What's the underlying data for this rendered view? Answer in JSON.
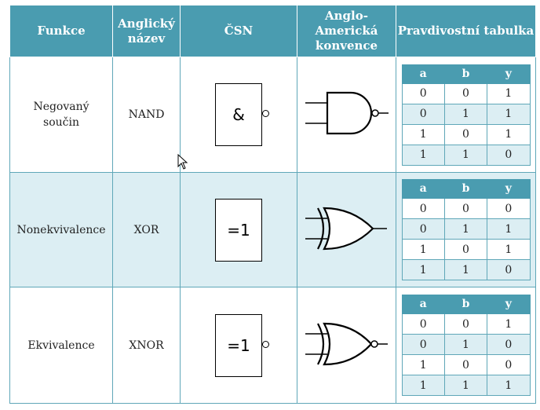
{
  "header": {
    "functions": "Funkce",
    "english_name_line1": "Anglický",
    "english_name_line2": "název",
    "csn": "ČSN",
    "anglo_line1": "Anglo-",
    "anglo_line2": "Americká",
    "anglo_line3": "konvence",
    "truth_table": "Pravdivostní tabulka"
  },
  "truth_header": {
    "a": "a",
    "b": "b",
    "y": "y"
  },
  "rows": [
    {
      "function_line1": "Negovaný",
      "function_line2": "součin",
      "english": "NAND",
      "csn_symbol": "&",
      "gate_icon": "nand-gate-icon",
      "truth": [
        [
          "0",
          "0",
          "1"
        ],
        [
          "0",
          "1",
          "1"
        ],
        [
          "1",
          "0",
          "1"
        ],
        [
          "1",
          "1",
          "0"
        ]
      ]
    },
    {
      "function_line1": "Nonekvivalence",
      "function_line2": "",
      "english": "XOR",
      "csn_symbol": "=1",
      "gate_icon": "xor-gate-icon",
      "truth": [
        [
          "0",
          "0",
          "0"
        ],
        [
          "0",
          "1",
          "1"
        ],
        [
          "1",
          "0",
          "1"
        ],
        [
          "1",
          "1",
          "0"
        ]
      ]
    },
    {
      "function_line1": "Ekvivalence",
      "function_line2": "",
      "english": "XNOR",
      "csn_symbol": "=1",
      "gate_icon": "xnor-gate-icon",
      "truth": [
        [
          "0",
          "0",
          "1"
        ],
        [
          "0",
          "1",
          "0"
        ],
        [
          "1",
          "0",
          "0"
        ],
        [
          "1",
          "1",
          "1"
        ]
      ]
    }
  ],
  "colors": {
    "header_bg": "#4a9cb0",
    "shaded_row": "#dceef3",
    "border": "#5fa7b8"
  }
}
